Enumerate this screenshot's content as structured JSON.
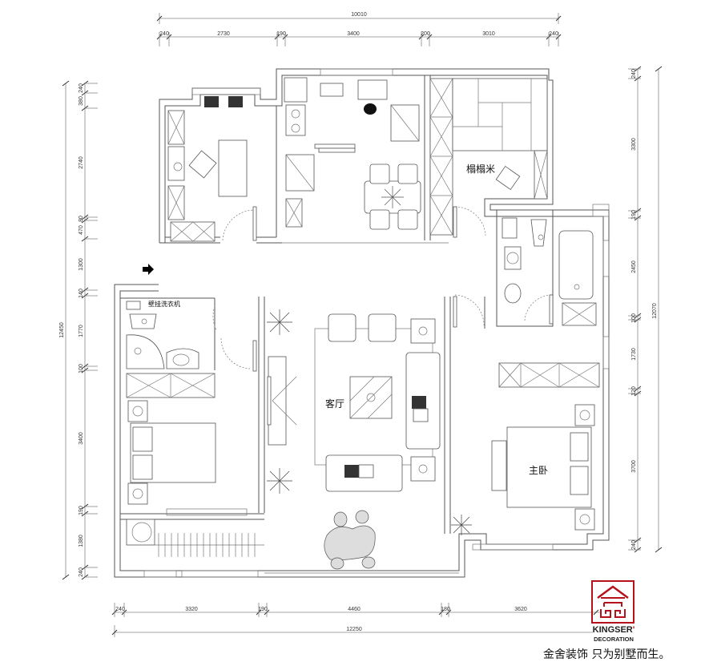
{
  "plan": {
    "rooms": {
      "living_room": "客厅",
      "master_bedroom": "主卧",
      "tatami": "榻榻米",
      "laundry_note": "壁挂洗衣机"
    },
    "entrance_arrow": "entrance-arrow"
  },
  "dimensions": {
    "top": {
      "total": "10010",
      "segments": [
        "240",
        "2730",
        "190",
        "3400",
        "200",
        "3010",
        "240"
      ]
    },
    "bottom": {
      "total": "12250",
      "segments": [
        "240",
        "3320",
        "190",
        "4460",
        "180",
        "3620",
        "240"
      ]
    },
    "left": {
      "total": "12450",
      "segments": [
        "240",
        "380",
        "2740",
        "80",
        "470",
        "1300",
        "140",
        "1770",
        "100",
        "3400",
        "190",
        "1380",
        "240"
      ]
    },
    "right": {
      "total": "12070",
      "segments": [
        "240",
        "3300",
        "190",
        "2450",
        "100",
        "1730",
        "120",
        "3700",
        "240"
      ]
    }
  },
  "branding": {
    "brand": "KINGSER",
    "brand_mark": "'",
    "sub": "DECORATION",
    "slogan": "金舍装饰 只为别墅而生。",
    "color": "#b5121b"
  }
}
